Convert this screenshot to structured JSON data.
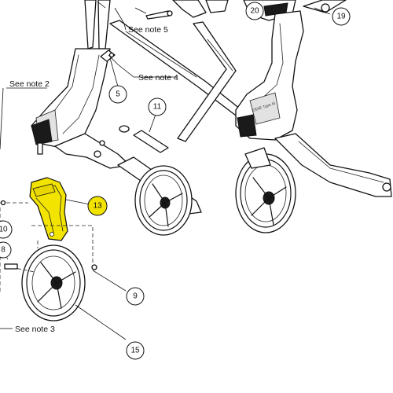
{
  "notes": {
    "note5": "See note 5",
    "note4": "See note 4",
    "note2": "See note 2",
    "note3": "See note 3"
  },
  "callouts": {
    "c20": "20",
    "c19": "19",
    "c5": "5",
    "c11": "11",
    "c13": "13",
    "c10": "10",
    "c8": "8",
    "c9": "9",
    "c15": "15"
  },
  "frame_label": "ODIE Type III",
  "colors": {
    "highlight_fill": "#f3e400",
    "highlight_bubble": "#f3e400",
    "line": "#111111"
  }
}
